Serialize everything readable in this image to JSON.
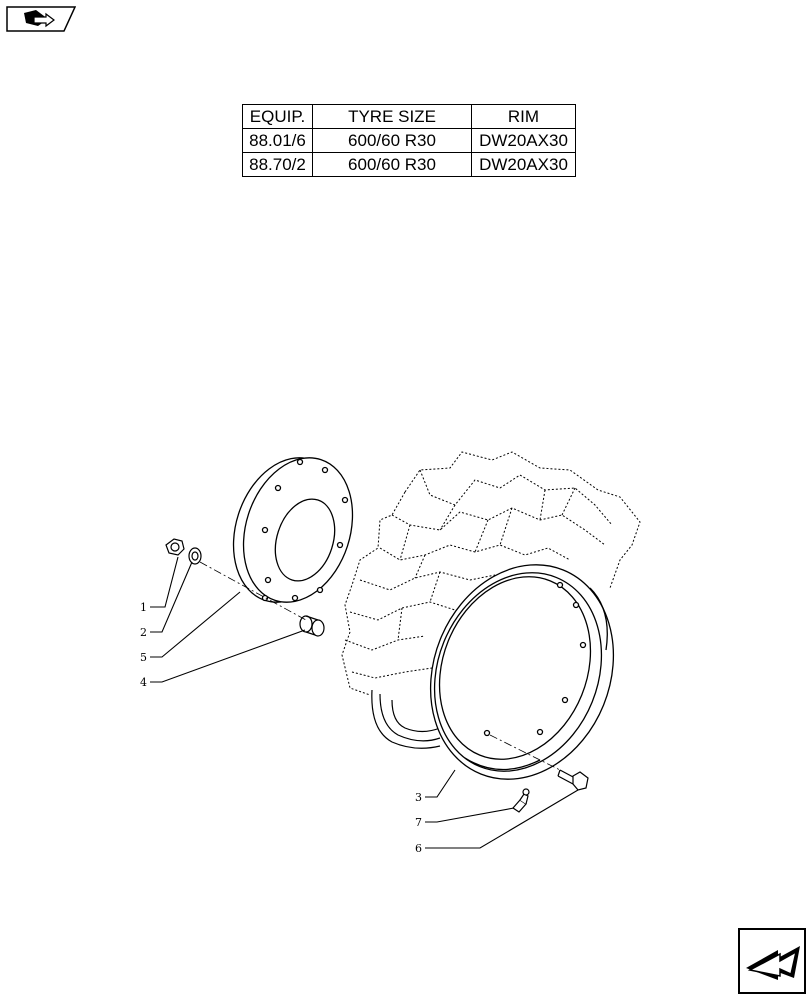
{
  "table": {
    "headers": [
      "EQUIP.",
      "TYRE SIZE",
      "RIM"
    ],
    "rows": [
      [
        "88.01/6",
        "600/60 R30",
        "DW20AX30"
      ],
      [
        "88.70/2",
        "600/60 R30",
        "DW20AX30"
      ]
    ]
  },
  "callouts": [
    "1",
    "2",
    "5",
    "4",
    "3",
    "7",
    "6"
  ],
  "icons": {
    "top_left": "arrow-into-page-icon",
    "bottom_right": "next-page-arrow-icon"
  }
}
